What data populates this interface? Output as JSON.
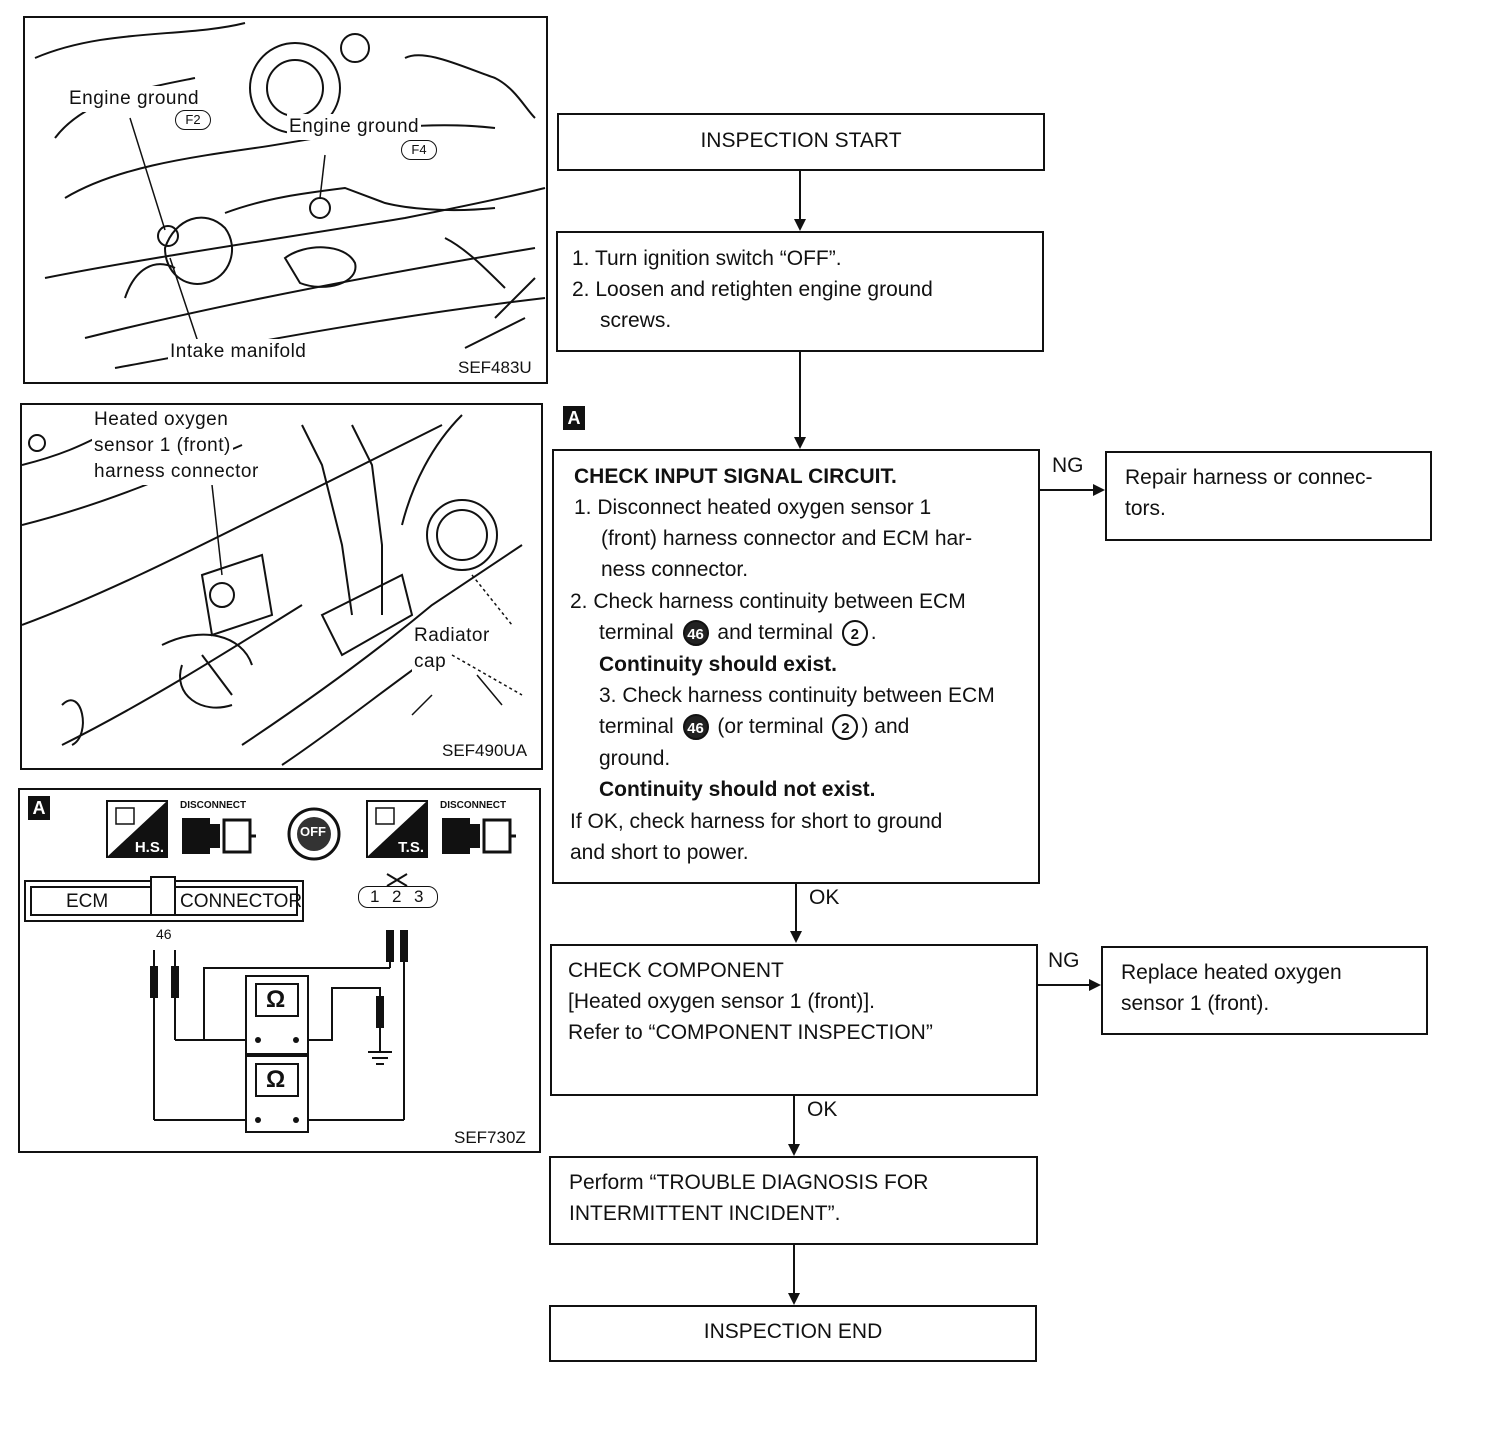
{
  "figures": {
    "engine_ground": {
      "label_f2": "Engine ground",
      "badge_f2": "F2",
      "label_f4": "Engine ground",
      "badge_f4": "F4",
      "label_manifold": "Intake manifold",
      "code": "SEF483U"
    },
    "sensor": {
      "label_line1": "Heated oxygen",
      "label_line2": "sensor 1 (front)",
      "label_line3": "harness connector",
      "radiator_line1": "Radiator",
      "radiator_line2": "cap",
      "code": "SEF490UA"
    },
    "circuit": {
      "tag": "A",
      "hs": "H.S.",
      "ts": "T.S.",
      "disconnect1": "DISCONNECT",
      "disconnect2": "DISCONNECT",
      "off": "OFF",
      "ecm": "ECM",
      "connector": "CONNECTOR",
      "terminal": "46",
      "pin1": "1",
      "pin2": "2",
      "pin3": "3",
      "ohm1": "Ω",
      "ohm2": "Ω",
      "code": "SEF730Z"
    }
  },
  "flow": {
    "start": "INSPECTION START",
    "step1": {
      "line1": "1. Turn ignition switch “OFF”.",
      "line2": "2. Loosen and retighten engine ground",
      "line3": "screws."
    },
    "tag": "A",
    "check_input": {
      "title": "CHECK INPUT SIGNAL CIRCUIT.",
      "l1": "1. Disconnect heated oxygen sensor 1",
      "l2": "(front) harness connector and ECM har-",
      "l3": "ness connector.",
      "l4": "2. Check harness continuity between ECM",
      "l5a": "terminal",
      "t46a": "46",
      "l5b": "and terminal",
      "t2a": "2",
      "l5c": ".",
      "l6": "Continuity should exist.",
      "l7": "3. Check harness continuity between ECM",
      "l8a": "terminal",
      "t46b": "46",
      "l8b": "(or terminal",
      "t2b": "2",
      "l8c": ") and",
      "l9": "ground.",
      "l10": "Continuity should not exist.",
      "l11": "If OK, check harness for short to ground",
      "l12": "and short to power."
    },
    "ng1": "NG",
    "repair": {
      "line1": "Repair harness or connec-",
      "line2": "tors."
    },
    "ok1": "OK",
    "check_component": {
      "line1": "CHECK COMPONENT",
      "line2": "[Heated oxygen sensor 1 (front)].",
      "line3": "Refer to “COMPONENT INSPECTION”"
    },
    "ng2": "NG",
    "replace": {
      "line1": "Replace heated oxygen",
      "line2": "sensor 1 (front)."
    },
    "ok2": "OK",
    "perform": {
      "line1": "Perform “TROUBLE DIAGNOSIS FOR",
      "line2": "INTERMITTENT INCIDENT”."
    },
    "end": "INSPECTION END"
  }
}
